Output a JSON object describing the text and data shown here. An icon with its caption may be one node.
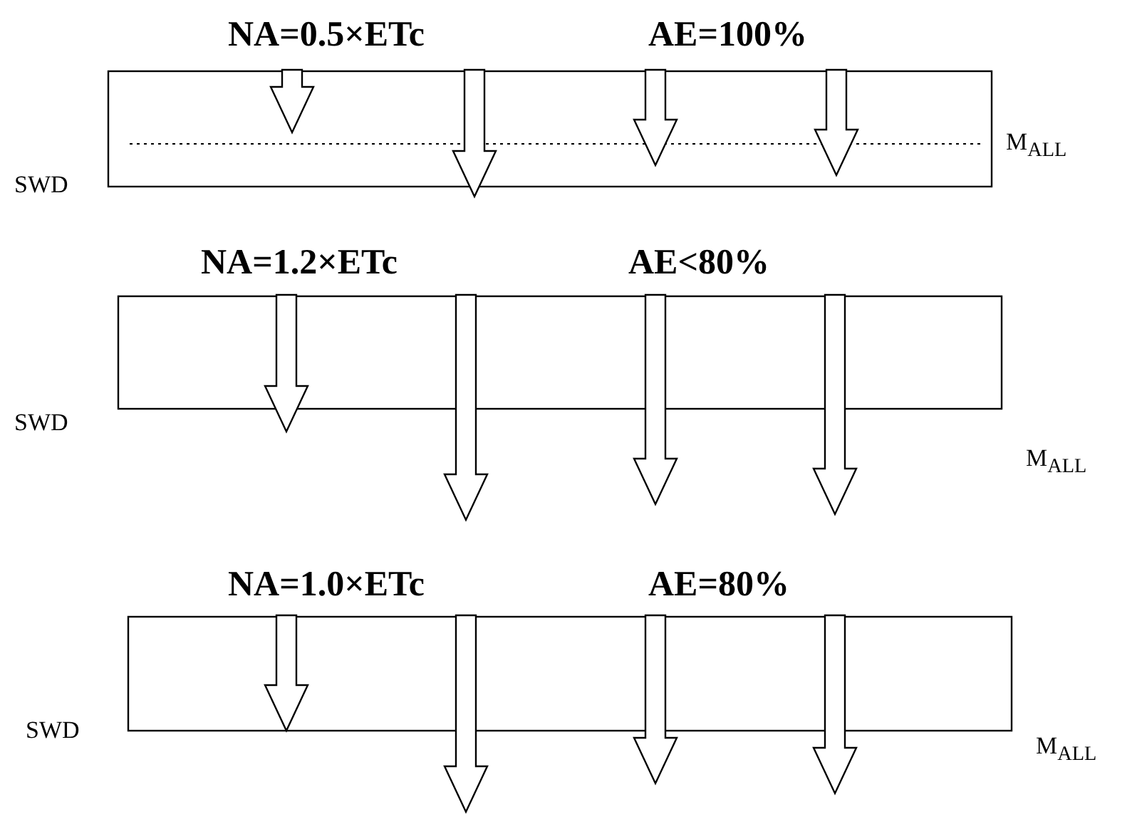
{
  "diagram": {
    "labels": [
      "NA=0.5×ETc",
      "AE=100%",
      "M$_{ALL}$",
      "SWD",
      "NA=1.2×ETc",
      "AE<80%",
      "SWD",
      "M$_{ALL}$",
      "NA=1.0×ETc",
      "AE=80%",
      "SWD",
      "M$_{ALL}$"
    ]
  }
}
